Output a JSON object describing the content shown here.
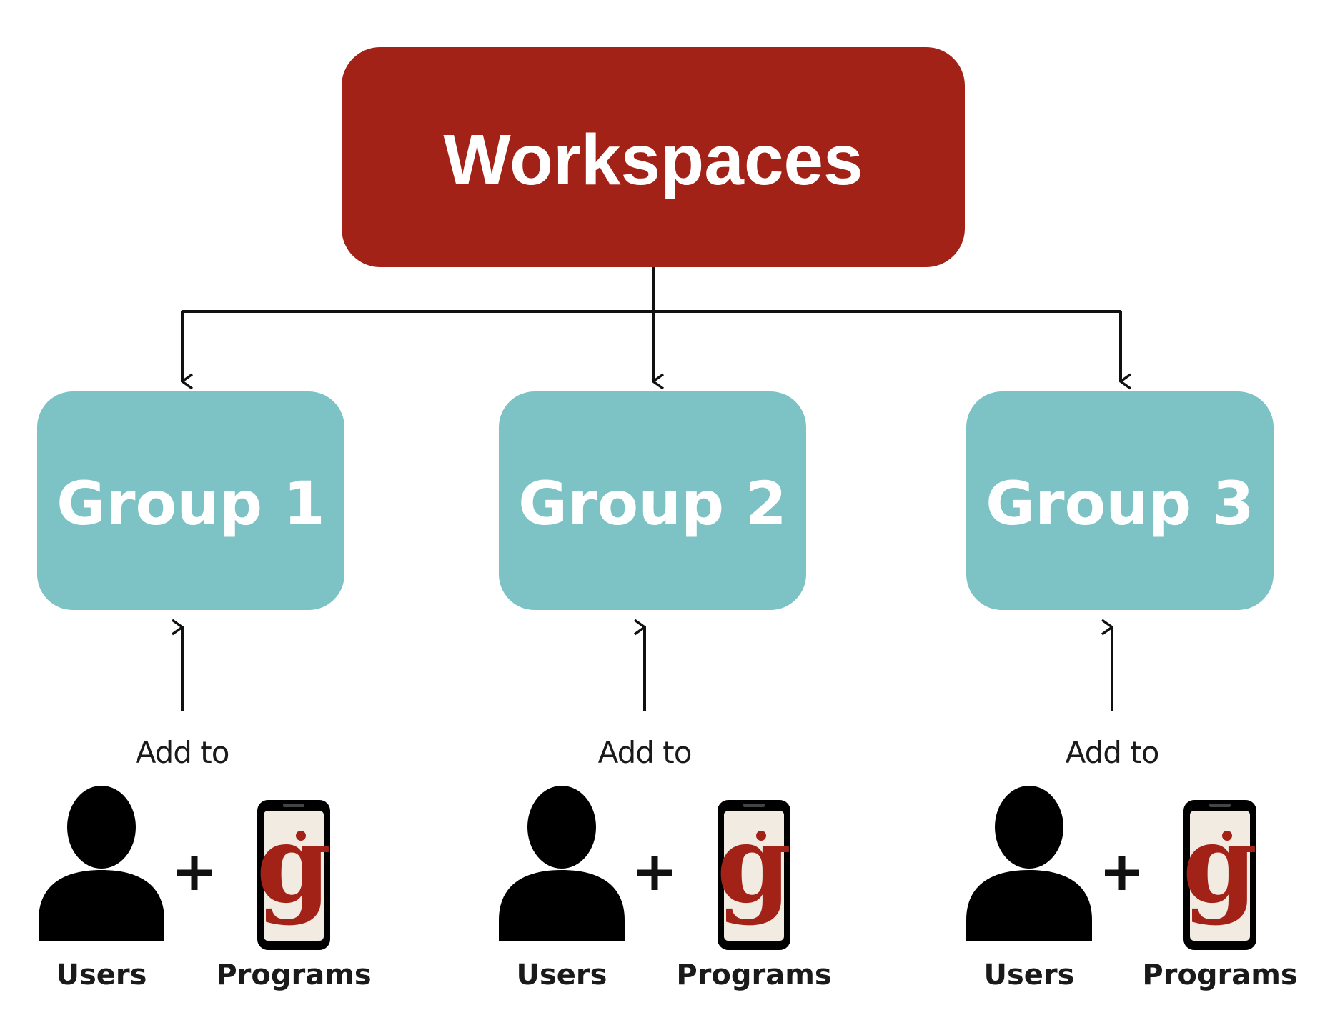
{
  "root": {
    "label": "Workspaces"
  },
  "groups": [
    {
      "label": "Group 1",
      "add_label": "Add to",
      "users_label": "Users",
      "programs_label": "Programs"
    },
    {
      "label": "Group 2",
      "add_label": "Add to",
      "users_label": "Users",
      "programs_label": "Programs"
    },
    {
      "label": "Group 3",
      "add_label": "Add to",
      "users_label": "Users",
      "programs_label": "Programs"
    }
  ],
  "icons": {
    "user": "user-silhouette-icon",
    "plus": "plus-icon",
    "program": "phone-app-logo-icon",
    "logo_letter": "g"
  },
  "colors": {
    "root_fill": "#a32217",
    "group_fill": "#7dc2c4",
    "logo": "#a32217",
    "phone_screen": "#f1ebe1",
    "text_dark": "#1a1a1a"
  }
}
